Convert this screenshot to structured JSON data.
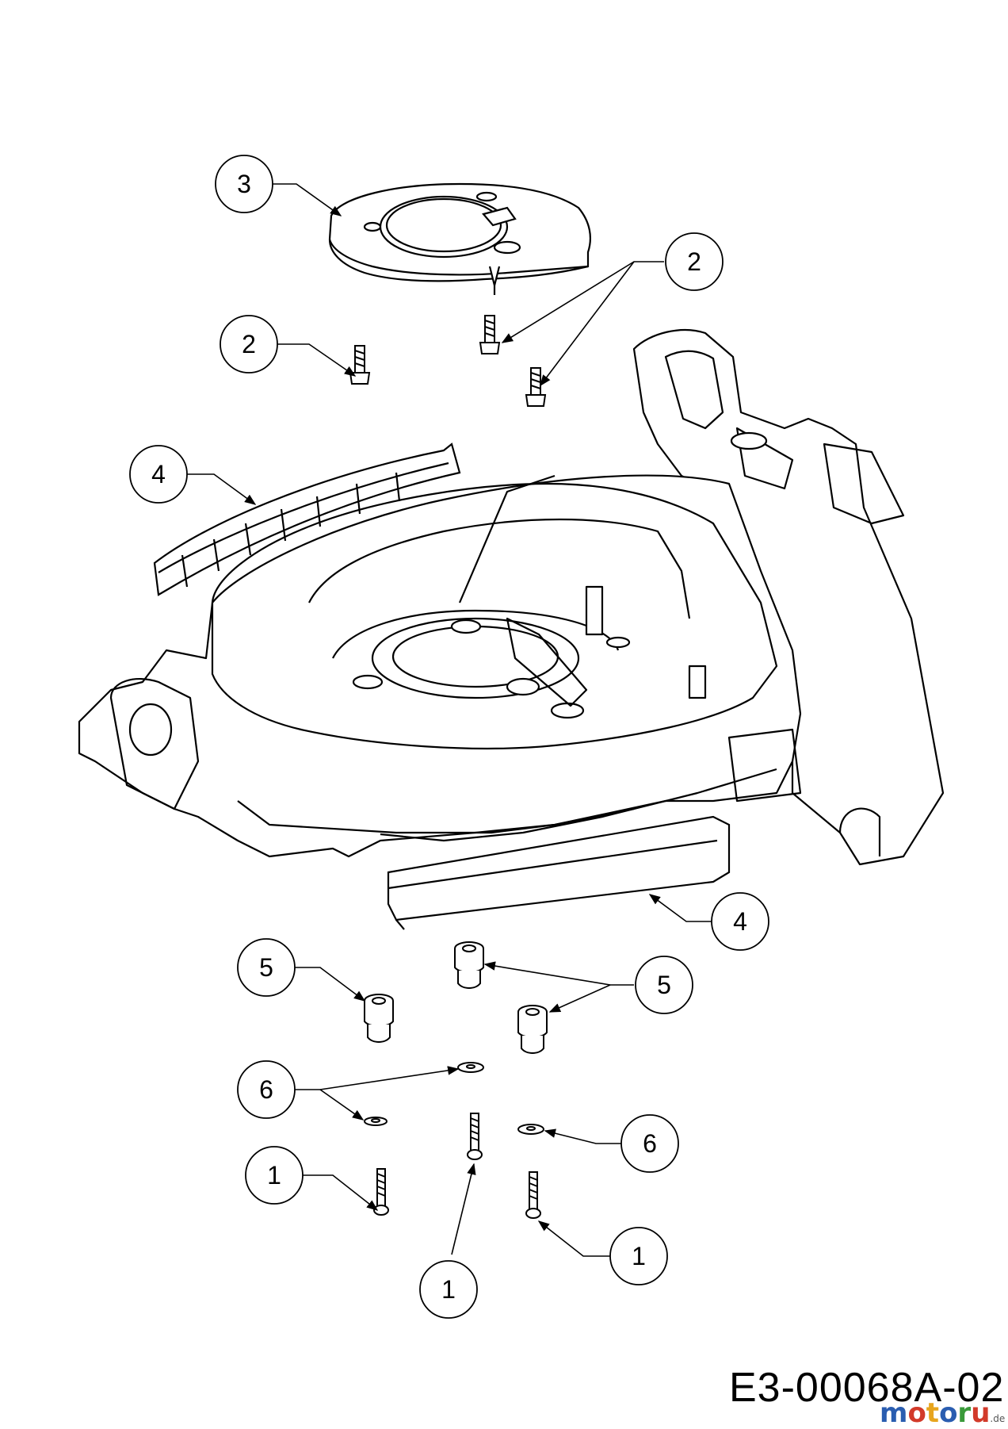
{
  "diagram": {
    "callouts": {
      "c3": "3",
      "c2_left": "2",
      "c2_right": "2",
      "c4_left": "4",
      "c4_right": "4",
      "c5_left": "5",
      "c5_right": "5",
      "c6_left": "6",
      "c6_right": "6",
      "c1_left": "1",
      "c1_center": "1",
      "c1_right": "1"
    },
    "drawing_number": "E3-00068A-02",
    "watermark": {
      "letters": [
        "m",
        "o",
        "t",
        "o",
        "r",
        "u"
      ],
      "suffix": ".de"
    }
  }
}
